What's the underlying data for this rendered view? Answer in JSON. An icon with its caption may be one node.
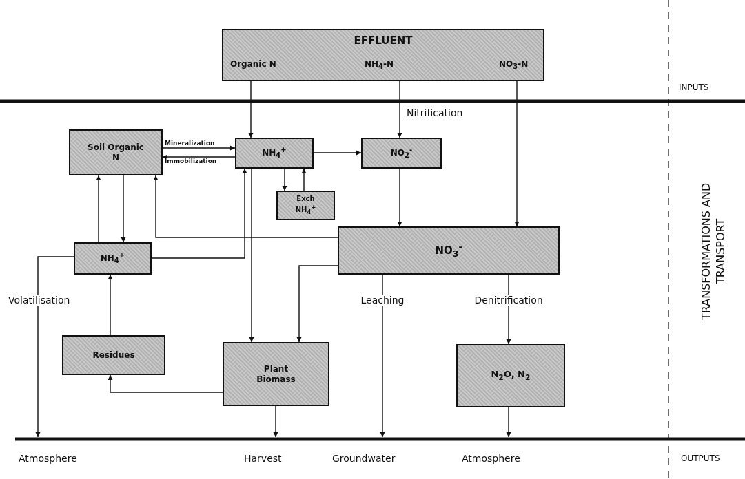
{
  "diagram": {
    "nodes": [
      {
        "text": [
          "EFFLUENT",
          "Organic N",
          "NH$_{4}$-N",
          "NO$_{3}$-N"
        ]
      },
      {
        "text": [
          "Soil Organic N"
        ]
      },
      {
        "text": [
          "NH$_{4}$$^{+}$"
        ]
      },
      {
        "text": [
          "NO$_{2}$$^{-}$"
        ]
      },
      {
        "text": [
          "Exch NH$_{4}$$^{+}$"
        ]
      },
      {
        "text": [
          "NO$_{3}$$^{-}$"
        ]
      },
      {
        "text": [
          "NH$_{4}$$^{+}$"
        ]
      },
      {
        "text": [
          "Residues"
        ]
      },
      {
        "text": [
          "Plant Biomass"
        ]
      },
      {
        "text": [
          "N$_{2}$O, N$_{2}$"
        ]
      }
    ],
    "edges": [
      {
        "from": 0,
        "to": 2,
        "arrow": "to"
      },
      {
        "from": 0,
        "to": 3,
        "arrow": "to",
        "label": "Nitrification"
      },
      {
        "from": 0,
        "to": 5,
        "arrow": "to"
      },
      {
        "from": 1,
        "to": 2,
        "arrow": "to",
        "label": "Mineralization"
      },
      {
        "from": 2,
        "to": 1,
        "arrow": "to",
        "label": "Immobilization"
      },
      {
        "from": 2,
        "to": 3,
        "arrow": "to"
      },
      {
        "from": 2,
        "to": 4,
        "arrow": "to"
      },
      {
        "from": 4,
        "to": 2,
        "arrow": "to"
      },
      {
        "from": 3,
        "to": 5,
        "arrow": "to"
      },
      {
        "from": 6,
        "to": 1,
        "arrow": "to"
      },
      {
        "from": 1,
        "to": 6,
        "arrow": "to"
      },
      {
        "from": 5,
        "to": 1,
        "arrow": "to"
      },
      {
        "from": 6,
        "to": 2,
        "arrow": "to"
      },
      {
        "from": 2,
        "to": 8,
        "arrow": "to"
      },
      {
        "from": 5,
        "to": 8,
        "arrow": "to"
      },
      {
        "from": 7,
        "to": 6,
        "arrow": "to"
      },
      {
        "from": 8,
        "to": 7,
        "arrow": "to"
      },
      {
        "from": 6,
        "to": null,
        "arrow": "to",
        "label": "Volatilisation"
      },
      {
        "from": 8,
        "to": null,
        "arrow": "to"
      },
      {
        "from": 5,
        "to": null,
        "arrow": "to",
        "label": "Leaching"
      },
      {
        "from": 5,
        "to": 9,
        "arrow": "to",
        "label": "Denitrification"
      },
      {
        "from": 9,
        "to": null,
        "arrow": "to"
      }
    ],
    "labels": [
      "INPUTS",
      "TRANSFORMATIONS AND TRANSPORT",
      "Atmosphere",
      "Harvest",
      "Groundwater",
      "Atmosphere",
      "OUTPUTS"
    ]
  }
}
